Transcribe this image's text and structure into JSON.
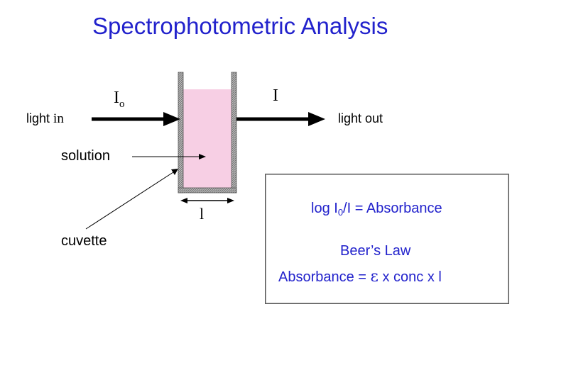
{
  "title": "Spectrophotometric Analysis",
  "labels": {
    "light_in_word": "light",
    "light_in_suffix": "in",
    "light_out": "light out",
    "i0_main": "I",
    "i0_sub": "o",
    "i_out": "I",
    "solution": "solution",
    "cuvette": "cuvette",
    "path_length": "l"
  },
  "equations": {
    "log_prefix": "log I",
    "log_sub": "0",
    "log_rest": "/I = Absorbance",
    "beers_law": "Beer’s Law",
    "abs_prefix": "Absorbance = ",
    "epsilon": "ε",
    "abs_rest": " x conc x l"
  },
  "colors": {
    "title": "#2222cc",
    "equation_text": "#2222cc",
    "solution_fill": "#f7cfe4",
    "arrow": "#000000",
    "cuvette_wall": "#8a8a8a"
  }
}
